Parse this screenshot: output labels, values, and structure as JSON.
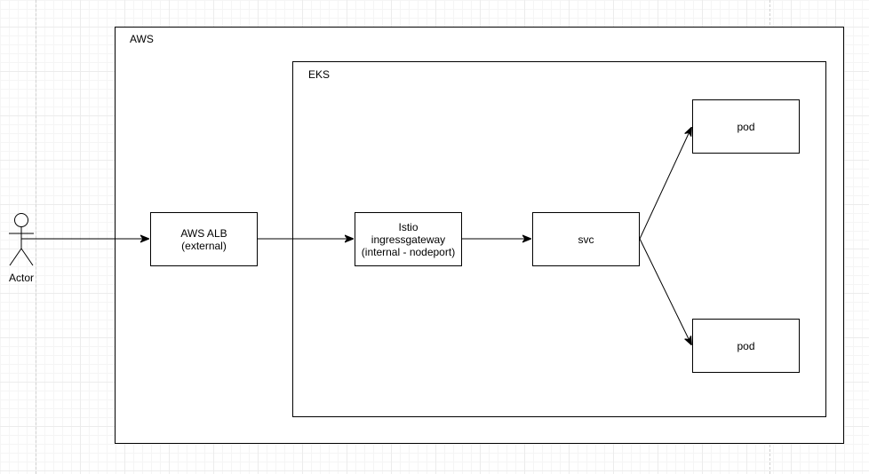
{
  "groups": {
    "aws": {
      "label": "AWS"
    },
    "eks": {
      "label": "EKS"
    }
  },
  "actor": {
    "label": "Actor"
  },
  "nodes": {
    "alb": {
      "lines": [
        "AWS ALB",
        "(external)"
      ]
    },
    "istio": {
      "lines": [
        "Istio",
        "ingressgateway",
        "(internal - nodeport)"
      ]
    },
    "svc": {
      "lines": [
        "svc"
      ]
    },
    "pod_top": {
      "lines": [
        "pod"
      ]
    },
    "pod_bottom": {
      "lines": [
        "pod"
      ]
    }
  },
  "edges": [
    {
      "from": "actor",
      "to": "alb"
    },
    {
      "from": "alb",
      "to": "istio"
    },
    {
      "from": "istio",
      "to": "svc"
    },
    {
      "from": "svc",
      "to": "pod_top"
    },
    {
      "from": "svc",
      "to": "pod_bottom"
    }
  ],
  "colors": {
    "stroke": "#000000",
    "grid": "#ececec",
    "background": "#ffffff"
  }
}
